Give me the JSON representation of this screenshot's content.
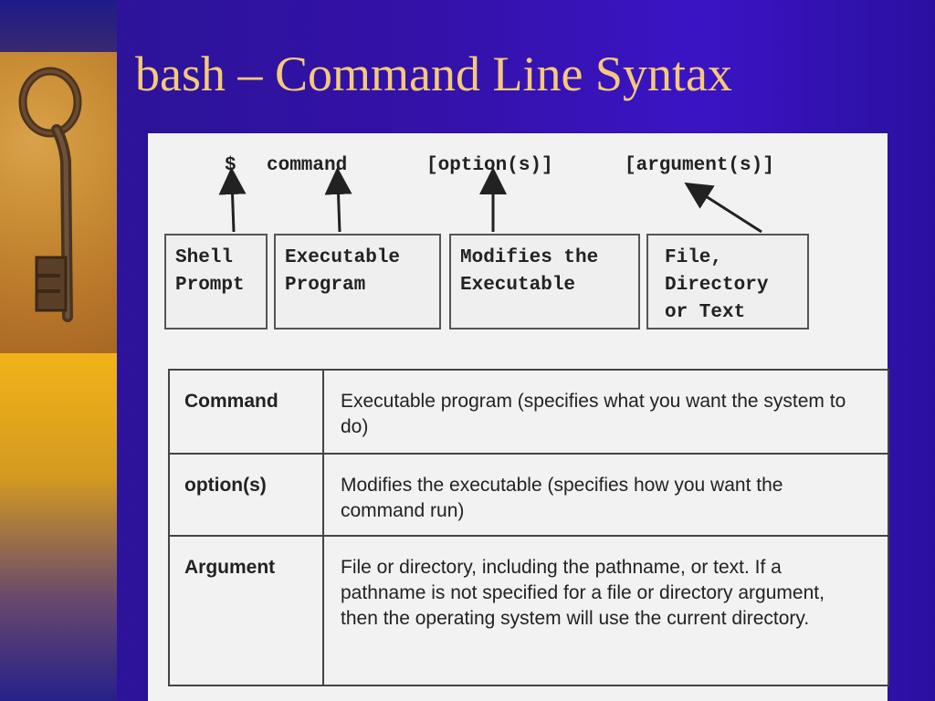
{
  "title": "bash – Command Line Syntax",
  "syntax": {
    "prompt": "$",
    "command": "command",
    "options": "[option(s)]",
    "arguments": "[argument(s)]"
  },
  "callouts": [
    {
      "text": "Shell\nPrompt"
    },
    {
      "text": "Executable\nProgram"
    },
    {
      "text": "Modifies the\nExecutable"
    },
    {
      "text": "File,\nDirectory\nor Text"
    }
  ],
  "table": {
    "rows": [
      {
        "term": "Command",
        "definition": "Executable program (specifies what you want the system to do)"
      },
      {
        "term": "option(s)",
        "definition": "Modifies the executable (specifies how you want the command run)"
      },
      {
        "term": "Argument",
        "definition": "File or directory, including the pathname, or text. If a pathname is not specified for a file or directory argument, then the operating system will use the current directory."
      }
    ]
  },
  "colors": {
    "background": "#3312a8",
    "title": "#f5c97a",
    "strip": "#f2b317"
  },
  "icons": {
    "decoration": "old-key-photo"
  }
}
